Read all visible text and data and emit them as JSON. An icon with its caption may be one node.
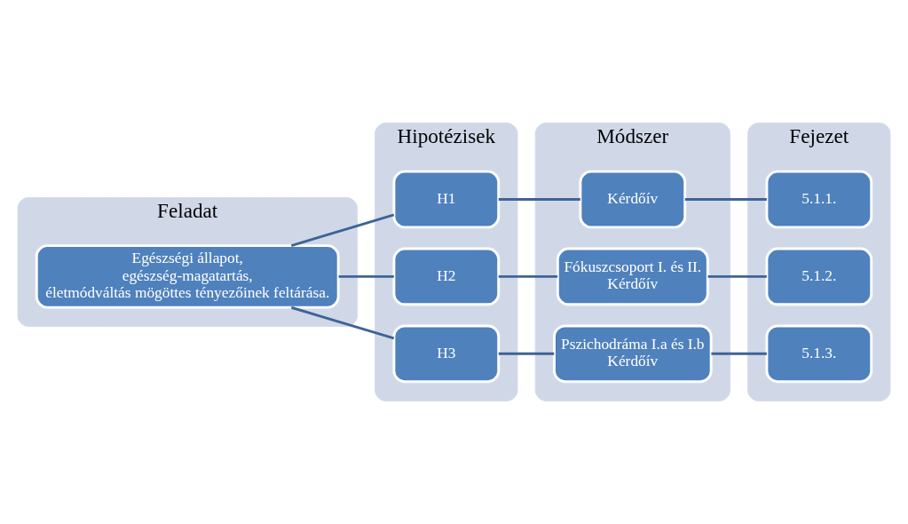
{
  "diagram": {
    "nodes": [
      {
        "text": [
          "Feladat"
        ]
      },
      {
        "text": [
          "Hipotézisek"
        ]
      },
      {
        "text": [
          "Módszer"
        ]
      },
      {
        "text": [
          "Fejezet"
        ]
      },
      {
        "text": [
          "Egészségi állapot,",
          "egészség-magatartás,",
          "életmódváltás mögöttes tényezőinek feltárása."
        ],
        "in": 0
      },
      {
        "text": [
          "H1"
        ],
        "in": 1
      },
      {
        "text": [
          "H2"
        ],
        "in": 1
      },
      {
        "text": [
          "H3"
        ],
        "in": 1
      },
      {
        "text": [
          "Kérdőív"
        ],
        "in": 2
      },
      {
        "text": [
          "Fókuszcsoport I. és II.",
          "Kérdőív"
        ],
        "in": 2
      },
      {
        "text": [
          "Pszichodráma I.a és I.b",
          "Kérdőív"
        ],
        "in": 2
      },
      {
        "text": [
          "5.1.1."
        ],
        "in": 3
      },
      {
        "text": [
          "5.1.2."
        ],
        "in": 3
      },
      {
        "text": [
          "5.1.3."
        ],
        "in": 3
      }
    ],
    "edges": [
      {
        "from": 4,
        "to": 5,
        "arrow": "none"
      },
      {
        "from": 4,
        "to": 6,
        "arrow": "none"
      },
      {
        "from": 4,
        "to": 7,
        "arrow": "none"
      },
      {
        "from": 5,
        "to": 8,
        "arrow": "none"
      },
      {
        "from": 6,
        "to": 9,
        "arrow": "none"
      },
      {
        "from": 7,
        "to": 10,
        "arrow": "none"
      },
      {
        "from": 8,
        "to": 11,
        "arrow": "none"
      },
      {
        "from": 9,
        "to": 12,
        "arrow": "none"
      },
      {
        "from": 10,
        "to": 13,
        "arrow": "none"
      }
    ]
  }
}
